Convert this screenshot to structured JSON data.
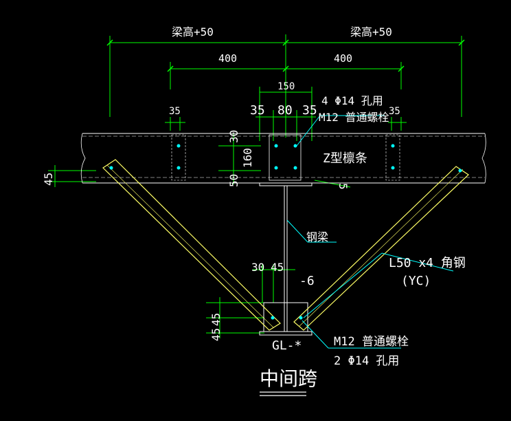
{
  "dimensions": {
    "top_left": "梁高+50",
    "top_right": "梁高+50",
    "mid_left": "400",
    "mid_right": "400",
    "width_150": "150",
    "d35_a": "35",
    "d35_b": "35",
    "d80": "80",
    "d35_c": "35",
    "d35_d": "35",
    "v30": "30",
    "v160": "160",
    "v50": "50",
    "v45_left": "45",
    "v5_right": "5",
    "bottom_30": "30",
    "bottom_45": "45",
    "bottom_v45a": "45",
    "bottom_v45b": "45"
  },
  "labels": {
    "top_bolt_holes": "4 Φ14 孔用",
    "top_bolt_type": "M12 普通螺栓",
    "purlin": "Z型檩条",
    "steel_beam": "钢梁",
    "angle_steel": "L50 x4 角钢",
    "angle_steel_code": "(YC)",
    "plate_thickness": "-6",
    "beam_code": "GL-*",
    "bottom_bolt_type": "M12 普通螺栓",
    "bottom_bolt_holes": "2 Φ14 孔用",
    "title": "中间跨"
  },
  "colors": {
    "background": "#000000",
    "dimension": "#00ff00",
    "text": "#ffffff",
    "steel": "#ffff66",
    "bolt": "#00ffff",
    "plate": "#ffffff"
  }
}
